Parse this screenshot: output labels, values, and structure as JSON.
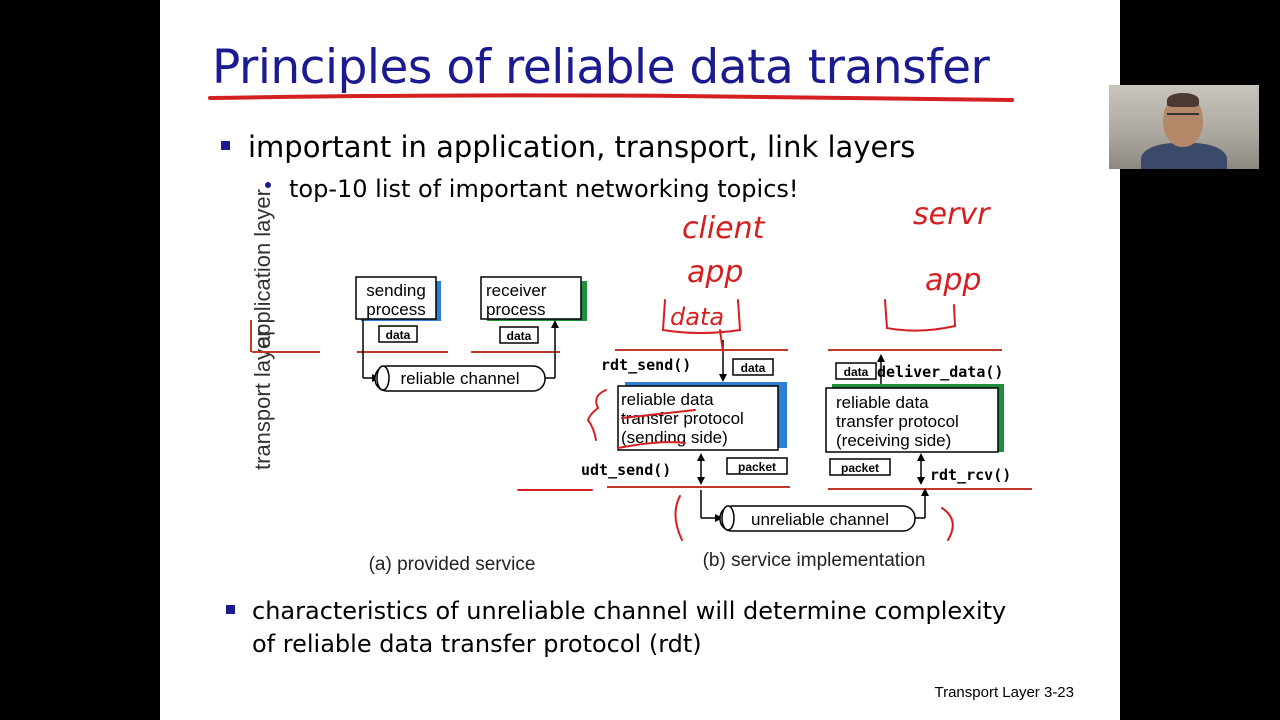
{
  "slide": {
    "title": "Principles of reliable data transfer",
    "bullets": {
      "b1": "important in application, transport, link layers",
      "b1_sub": "top-10 list of important networking topics!",
      "b2": "characteristics of unreliable channel will determine complexity of reliable data transfer protocol (rdt)"
    },
    "footer": "Transport Layer 3-23"
  },
  "diagram": {
    "layer_application": "application layer",
    "layer_transport": "transport layer",
    "sending_process": [
      "sending",
      "process"
    ],
    "receiver_process": [
      "receiver",
      "process"
    ],
    "data_label": "data",
    "packet_label": "packet",
    "reliable_channel": "reliable channel",
    "unreliable_channel": "unreliable channel",
    "rdt_send": "rdt_send()",
    "udt_send": "udt_send()",
    "deliver_data": "deliver_data()",
    "rdt_rcv": "rdt_rcv()",
    "rdt_sender": [
      "reliable data",
      "transfer protocol",
      "(sending side)"
    ],
    "rdt_receiver": [
      "reliable data",
      "transfer protocol",
      "(receiving side)"
    ],
    "caption_a": "(a)  provided service",
    "caption_b": "(b) service implementation"
  },
  "annotations": {
    "client": "client",
    "server": "servr",
    "app_left": "app",
    "app_right": "app",
    "data_handwritten": "data"
  },
  "colors": {
    "title_blue": "#1b1b8f",
    "layer_red": "#c0392b",
    "sender_blue": "#2f7fd1",
    "receiver_green": "#1e8f3a",
    "ink_red": "#d42020"
  }
}
